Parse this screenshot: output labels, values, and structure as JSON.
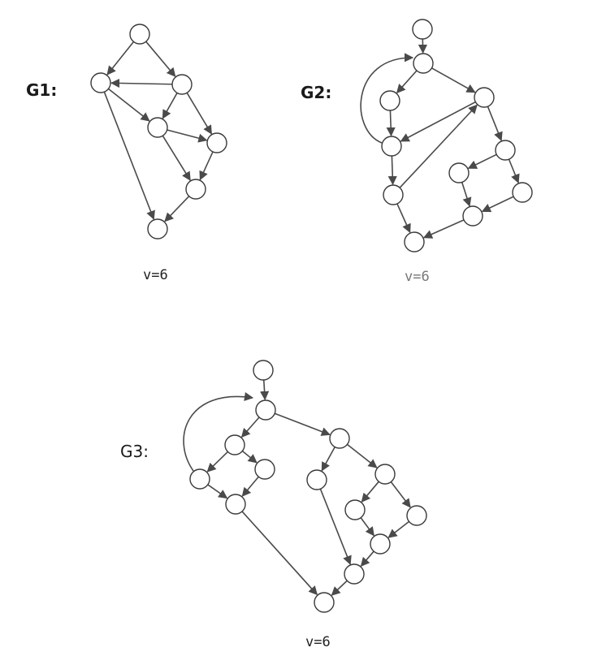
{
  "graphs": [
    {
      "label": "G1:",
      "metric": "v=6"
    },
    {
      "label": "G2:",
      "metric": "v=6"
    },
    {
      "label": "G3:",
      "metric": "v=6"
    }
  ],
  "colors": {
    "node_stroke": "#3a3a3a",
    "edge": "#4a4a4a",
    "label": "#1a1a1a"
  }
}
